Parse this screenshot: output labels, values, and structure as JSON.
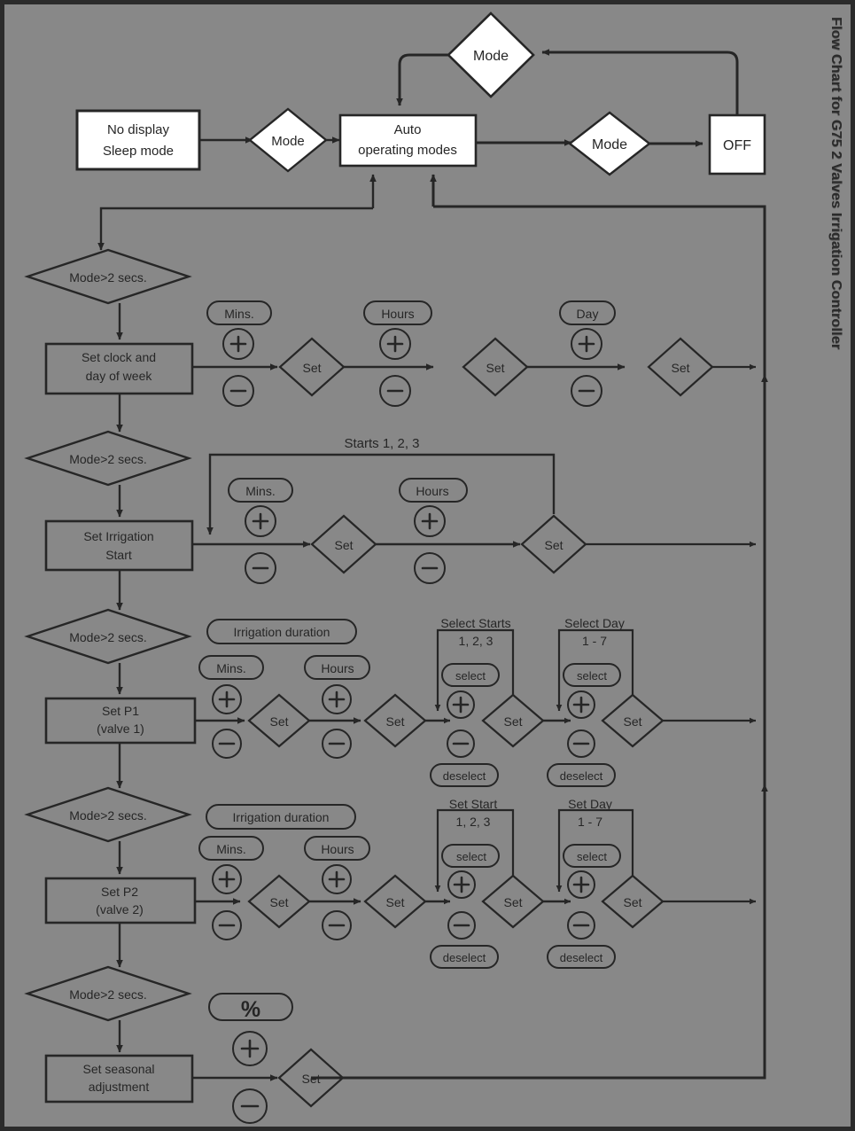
{
  "title_vertical": "Flow Chart for G75 2 Valves Irrigation Controller",
  "colors": {
    "background": "#888888",
    "frame": "#2b2b2b",
    "line": "#262626",
    "node_fill": "#ffffff",
    "text": "#262626"
  },
  "top_row": {
    "sleep_box_line1": "No display",
    "sleep_box_line2": "Sleep mode",
    "mode_1": "Mode",
    "auto_line1": "Auto",
    "auto_line2": "operating modes",
    "mode_2": "Mode",
    "off_box": "OFF",
    "mode_top": "Mode"
  },
  "rows": [
    {
      "id": "clock",
      "gate": "Mode>2 secs.",
      "box_line1": "Set clock and",
      "box_line2": "day of week",
      "groups": [
        {
          "label": "Mins.",
          "plus": "+",
          "minus": "—",
          "set": "Set"
        },
        {
          "label": "Hours",
          "plus": "+",
          "minus": "—",
          "set": "Set"
        },
        {
          "label": "Day",
          "plus": "+",
          "minus": "—",
          "set": "Set"
        }
      ]
    },
    {
      "id": "irrigation_start",
      "gate": "Mode>2 secs.",
      "box_line1": "Set Irrigation",
      "box_line2": "Start",
      "loop_label": "Starts 1, 2, 3",
      "groups": [
        {
          "label": "Mins.",
          "plus": "+",
          "minus": "—",
          "set": "Set"
        },
        {
          "label": "Hours",
          "plus": "+",
          "minus": "—",
          "set": "Set"
        }
      ]
    },
    {
      "id": "p1",
      "gate": "Mode>2 secs.",
      "box_line1": "Set P1",
      "box_line2": "(valve 1)",
      "duration_label": "Irrigation duration",
      "groups": [
        {
          "label": "Mins.",
          "plus": "+",
          "minus": "—",
          "set": "Set"
        },
        {
          "label": "Hours",
          "plus": "+",
          "minus": "—",
          "set": "Set"
        }
      ],
      "select_starts": {
        "title_line1": "Select Starts",
        "title_line2": "1, 2, 3",
        "select": "select",
        "plus": "+",
        "minus": "—",
        "deselect": "deselect",
        "set": "Set"
      },
      "select_day": {
        "title_line1": "Select Day",
        "title_line2": "1 - 7",
        "select": "select",
        "plus": "+",
        "minus": "—",
        "deselect": "deselect",
        "set": "Set"
      }
    },
    {
      "id": "p2",
      "gate": "Mode>2 secs.",
      "box_line1": "Set P2",
      "box_line2": "(valve 2)",
      "duration_label": "Irrigation duration",
      "groups": [
        {
          "label": "Mins.",
          "plus": "+",
          "minus": "—",
          "set": "Set"
        },
        {
          "label": "Hours",
          "plus": "+",
          "minus": "—",
          "set": "Set"
        }
      ],
      "select_starts": {
        "title_line1": "Set Start",
        "title_line2": "1, 2, 3",
        "select": "select",
        "plus": "+",
        "minus": "—",
        "deselect": "deselect",
        "set": "Set"
      },
      "select_day": {
        "title_line1": "Set Day",
        "title_line2": "1 - 7",
        "select": "select",
        "plus": "+",
        "minus": "—",
        "deselect": "deselect",
        "set": "Set"
      }
    },
    {
      "id": "seasonal",
      "gate": "Mode>2 secs.",
      "box_line1": "Set seasonal",
      "box_line2": "adjustment",
      "groups": [
        {
          "label": "%",
          "plus": "+",
          "minus": "—",
          "set": "Set"
        }
      ]
    }
  ]
}
